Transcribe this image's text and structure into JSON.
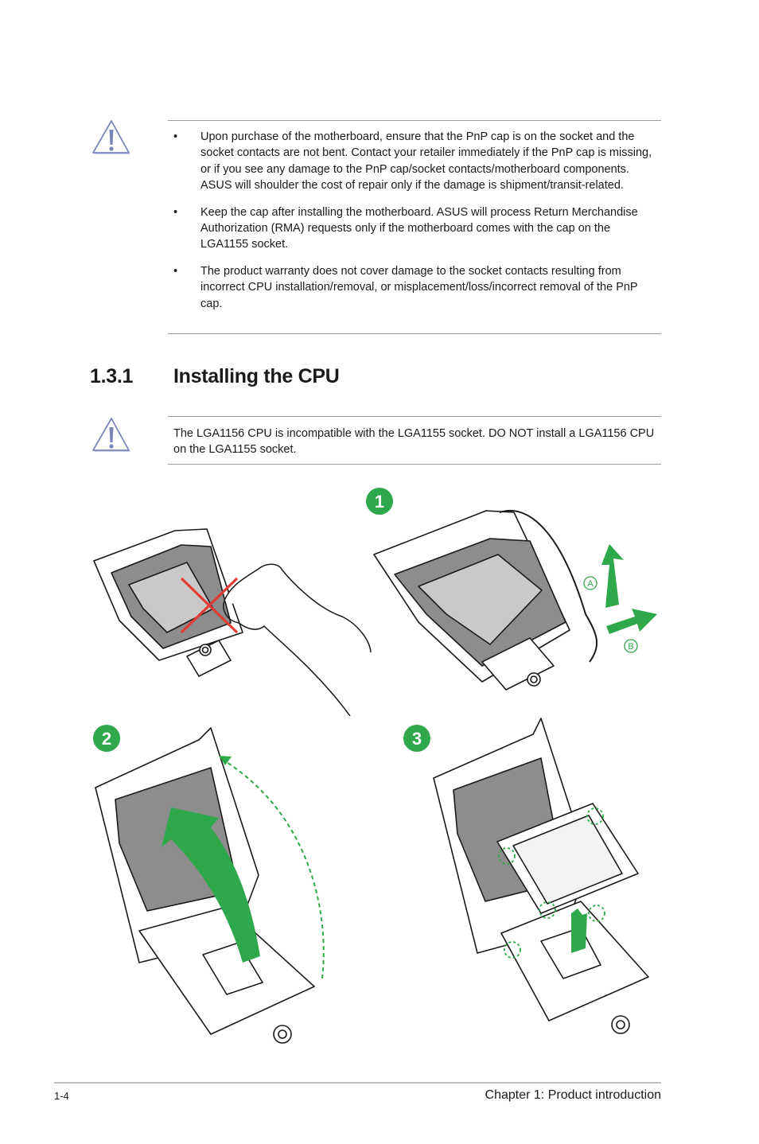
{
  "warning": {
    "bullets": [
      "Upon purchase of the motherboard, ensure that the PnP cap is on the socket and the socket contacts are not bent. Contact your retailer immediately if the PnP cap is missing, or if you see any damage to the PnP cap/socket contacts/motherboard components. ASUS will shoulder the cost of repair only if the damage is shipment/transit-related.",
      "Keep the cap after installing the motherboard. ASUS will process Return Merchandise Authorization (RMA) requests only if the motherboard comes with the cap on the LGA1155 socket.",
      "The product warranty does not cover damage to the socket contacts resulting from incorrect CPU installation/removal, or misplacement/loss/incorrect removal of the PnP cap."
    ],
    "bullet_symbol": "•",
    "icon": "warning-triangle-icon"
  },
  "section": {
    "number": "1.3.1",
    "title": "Installing the CPU"
  },
  "note": {
    "text": "The LGA1156 CPU is incompatible with the LGA1155 socket. DO NOT install a LGA1156 CPU on the LGA1155 socket.",
    "icon": "warning-triangle-icon"
  },
  "figures": {
    "steps": [
      "1",
      "2",
      "3"
    ],
    "callouts": [
      "A",
      "B"
    ],
    "accent_color": "#2ea84a",
    "cross_color": "#e23b36"
  },
  "footer": {
    "page_number": "1-4",
    "chapter": "Chapter 1: Product introduction"
  }
}
